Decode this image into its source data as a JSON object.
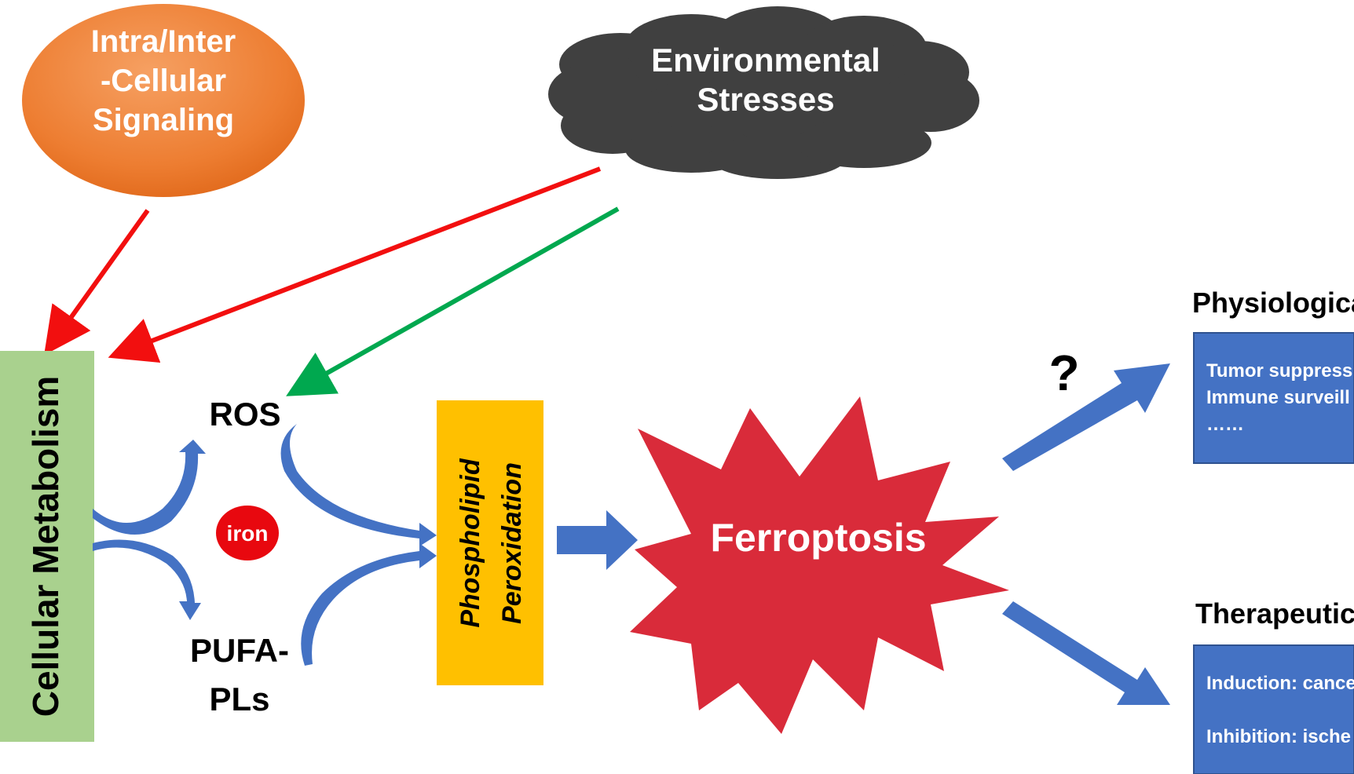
{
  "nodes": {
    "signaling": {
      "lines": [
        "Intra/Inter",
        "-Cellular",
        "Signaling"
      ]
    },
    "environmental": {
      "lines": [
        "Environmental",
        "Stresses"
      ]
    },
    "cellular_metabolism": {
      "label": "Cellular Metabolism"
    },
    "ros": {
      "label": "ROS"
    },
    "iron": {
      "label": "iron"
    },
    "pufa": {
      "lines": [
        "PUFA-",
        "PLs"
      ]
    },
    "peroxidation": {
      "lines": [
        "Phospholipid",
        "Peroxidation"
      ]
    },
    "ferroptosis": {
      "label": "Ferroptosis"
    },
    "question": {
      "label": "?"
    }
  },
  "outcomes": {
    "physiological": {
      "heading": "Physiologica",
      "items": [
        "Tumor suppress",
        "Immune surveill",
        "……"
      ]
    },
    "therapeutic": {
      "heading": "Therapeutic",
      "items": [
        "Induction: cance",
        "Inhibition: ische"
      ]
    }
  },
  "colors": {
    "signaling_fill": "#ED7D31",
    "cloud_fill": "#404040",
    "metabolism_fill": "#A9D18E",
    "peroxidation_fill": "#FFC000",
    "ferroptosis_fill": "#D92B3A",
    "iron_fill": "#E8080F",
    "outcome_box": "#4472C4",
    "arrow_red": "#F20F0F",
    "arrow_green": "#00A84F",
    "arrow_blue": "#4472C4"
  }
}
